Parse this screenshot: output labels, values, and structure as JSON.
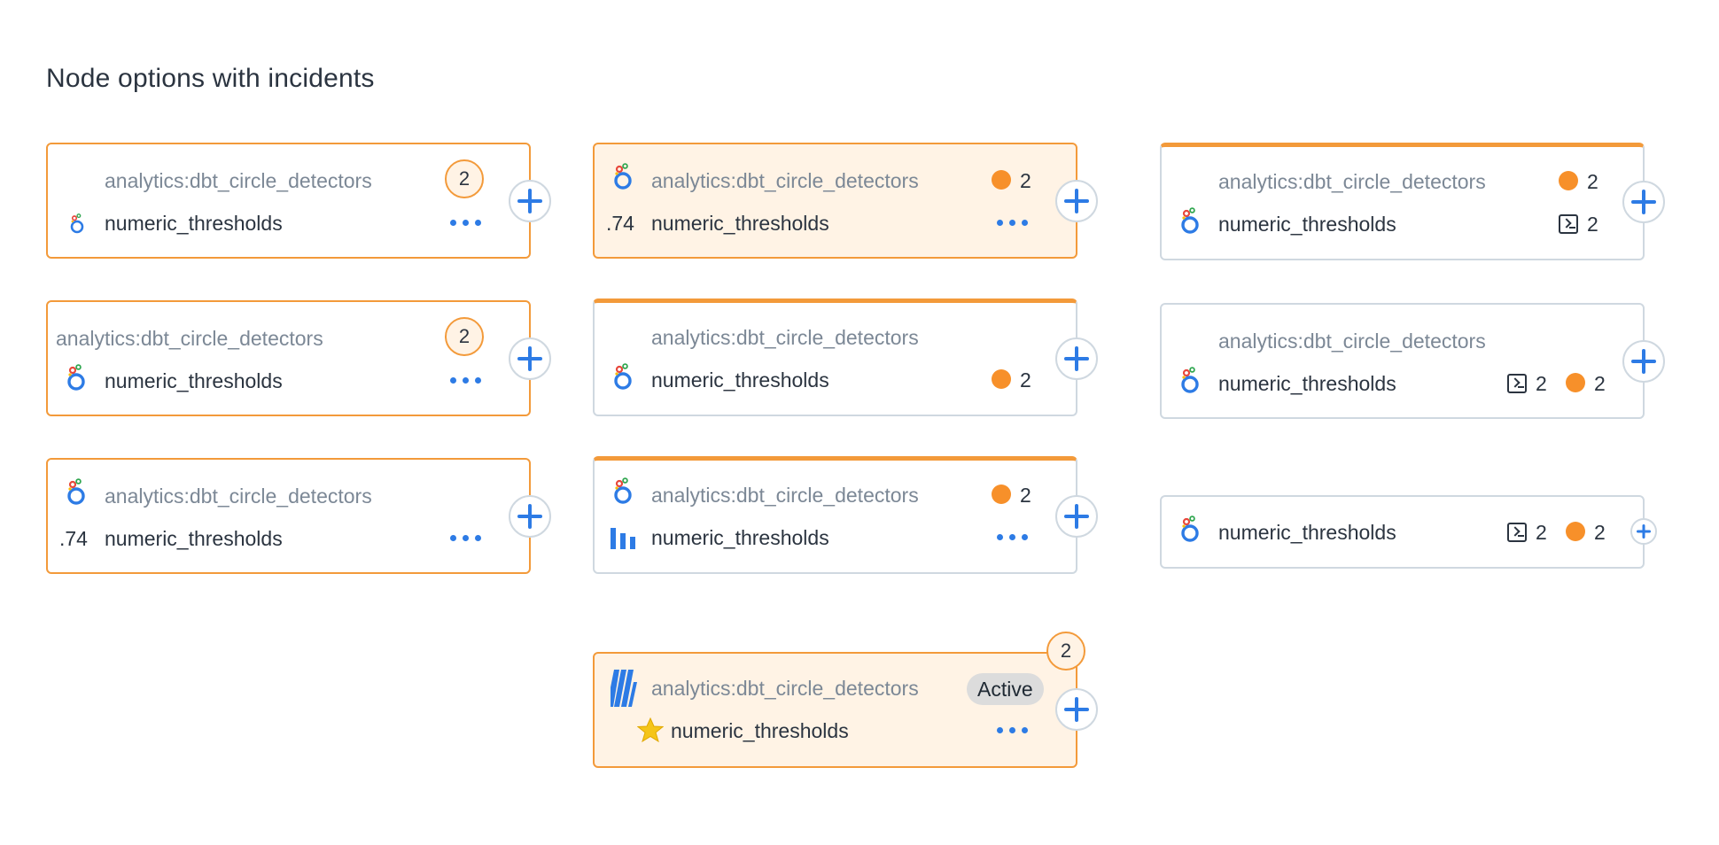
{
  "page": {
    "title": "Node options with incidents"
  },
  "labels": {
    "source": "analytics:dbt_circle_detectors",
    "name": "numeric_thresholds",
    "prefix_number": ".74",
    "count": "2",
    "status": "Active"
  },
  "icons": {
    "node_type": "looker-icon",
    "column_chart": "column-chart-icon",
    "source_stripes": "dbt-stripes-icon",
    "favorite": "star-icon",
    "incidents": "orange-dot-icon",
    "tests": "terminal-icon",
    "actions": "more-dots-icon",
    "expand": "plus-icon"
  },
  "colors": {
    "accent_orange": "#f39a3a",
    "incident_dot": "#f7902a",
    "action_blue": "#2d7be5",
    "highlight_bg": "#fff3e5",
    "border_default": "#cfd8e0"
  }
}
